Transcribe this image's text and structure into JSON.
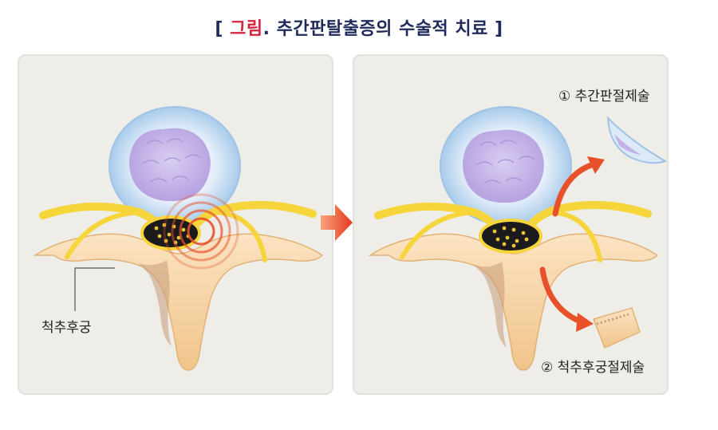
{
  "title": {
    "open_bracket": "[",
    "figure": "그림",
    "dot": ".",
    "text": "추간판탈출증의 수술적 치료",
    "close_bracket": "]"
  },
  "left_panel": {
    "label": "척추후궁"
  },
  "right_panel": {
    "label_1_num": "①",
    "label_1": "추간판절제술",
    "label_2_num": "②",
    "label_2": "척추후궁절제술"
  },
  "colors": {
    "title": "#1f2a5a",
    "accent": "#d2233c",
    "panel_bg": "#efede8",
    "disc_outer": "#cfe3f5",
    "nucleus": "#c9b7e8",
    "nerve": "#f5d53a",
    "bone": "#f7d6a8",
    "arrow": "#e8502a"
  }
}
